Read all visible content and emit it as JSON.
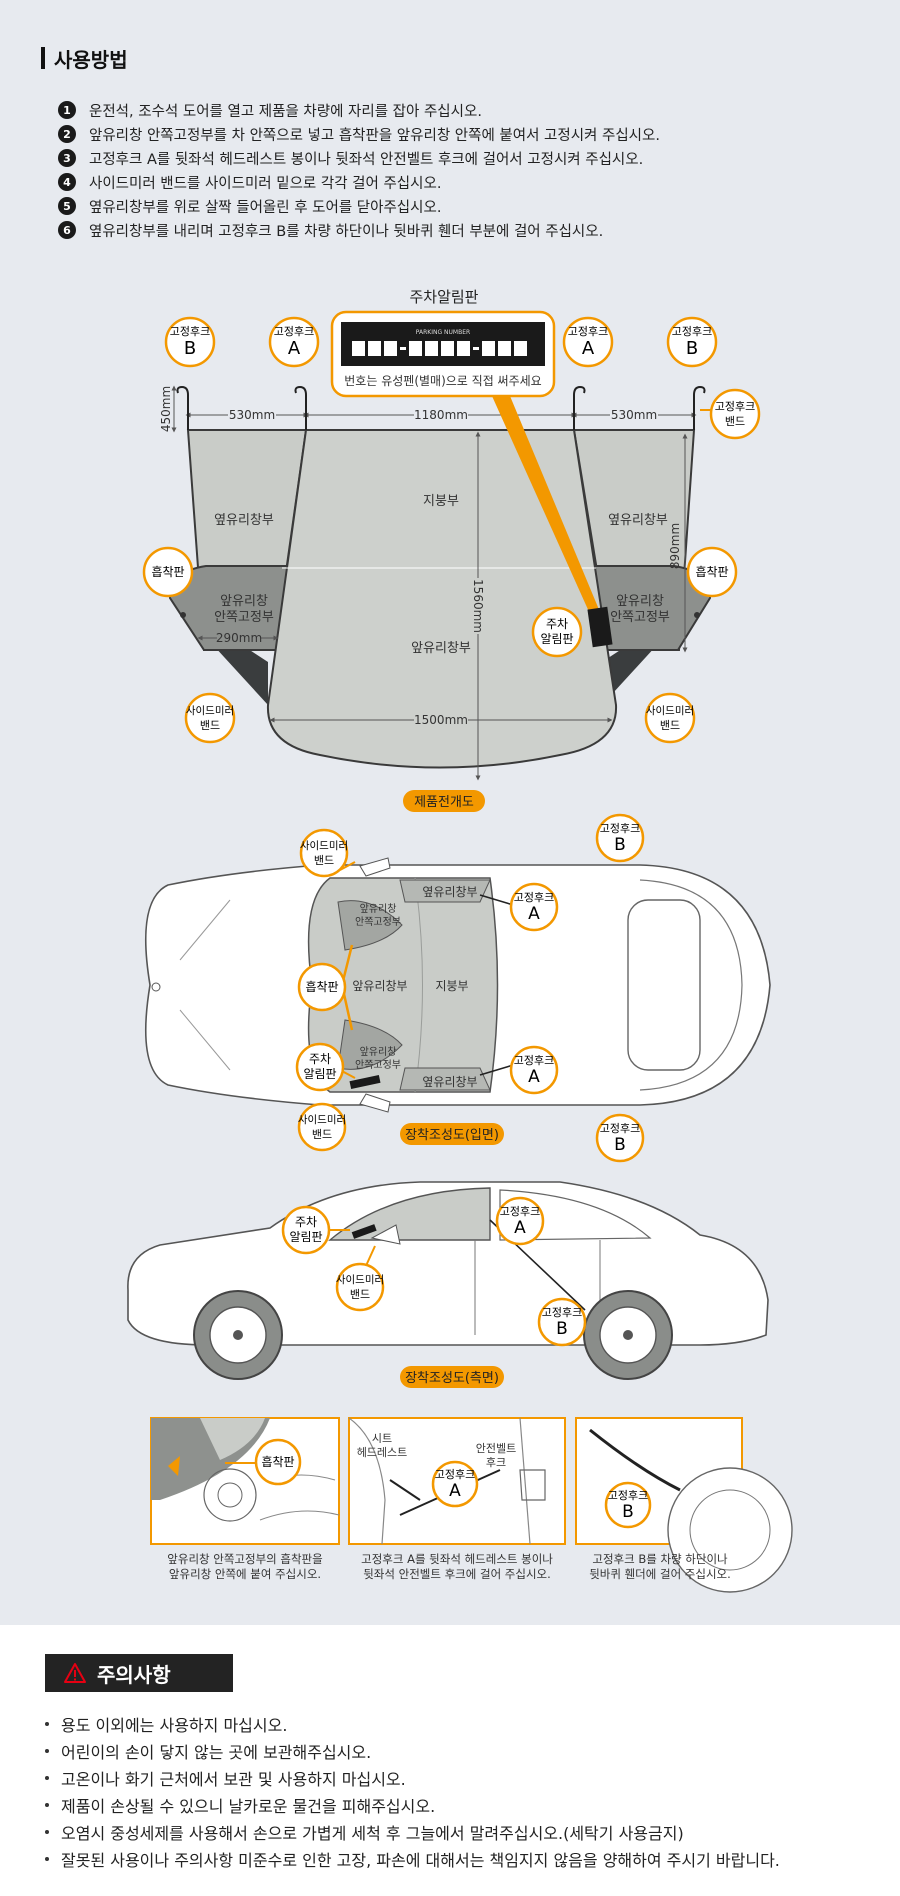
{
  "usage": {
    "title": "사용방법",
    "steps": [
      {
        "n": "1",
        "text": "운전석, 조수석 도어를 열고 제품을 차량에 자리를 잡아 주십시오."
      },
      {
        "n": "2",
        "text": "앞유리창 안쪽고정부를 차 안쪽으로 넣고 흡착판을 앞유리창 안쪽에 붙여서 고정시켜 주십시오."
      },
      {
        "n": "3",
        "text": "고정후크 A를 뒷좌석 헤드레스트 봉이나 뒷좌석 안전벨트 후크에 걸어서 고정시켜 주십시오."
      },
      {
        "n": "4",
        "text": "사이드미러 밴드를 사이드미러 밑으로 각각 걸어 주십시오."
      },
      {
        "n": "5",
        "text": "옆유리창부를 위로 살짝 들어올린 후 도어를 닫아주십시오."
      },
      {
        "n": "6",
        "text": "옆유리창부를 내리며 고정후크 B를 차량 하단이나 뒷바퀴 휀더 부분에 걸어 주십시오."
      }
    ]
  },
  "diagram": {
    "plate_title": "주차알림판",
    "plate_brand": "PARKING NUMBER",
    "plate_note": "번호는 유성펜(별매)으로 직접 써주세요",
    "hook_label": "고정후크",
    "hook_a": "A",
    "hook_b": "B",
    "hook_band": [
      "고정후크",
      "밴드"
    ],
    "dims": {
      "w530": "530mm",
      "w1180": "1180mm",
      "h450": "450mm",
      "h890": "890mm",
      "h1560": "1560mm",
      "w290": "290mm",
      "w1500": "1500mm"
    },
    "side_glass": "옆유리창부",
    "roof": "지붕부",
    "front_inner": [
      "앞유리창",
      "안쪽고정부"
    ],
    "front_glass": "앞유리창부",
    "suction": "흡착판",
    "parking": [
      "주차",
      "알림판"
    ],
    "mirror_band": [
      "사이드미러",
      "밴드"
    ],
    "caption_unfold": "제품전개도",
    "caption_top": "장착조성도(입면)",
    "caption_side": "장착조성도(측면)",
    "detail_seat": [
      "시트",
      "헤드레스트"
    ],
    "detail_belt": [
      "안전벨트",
      "후크"
    ],
    "detail_captions": [
      [
        "앞유리창 안쪽고정부의 흡착판을",
        "앞유리창 안쪽에 붙여 주십시오."
      ],
      [
        "고정후크 A를 뒷좌석 헤드레스트 봉이나",
        "뒷좌석 안전벨트 후크에 걸어 주십시오."
      ],
      [
        "고정후크 B를 차량 하단이나",
        "뒷바퀴 휀더에 걸어 주십시오."
      ]
    ]
  },
  "caution": {
    "title": "주의사항",
    "items": [
      "용도 이외에는 사용하지 마십시오.",
      "어린이의 손이 닿지 않는 곳에 보관해주십시오.",
      "고온이나 화기 근처에서 보관 및 사용하지 마십시오.",
      "제품이 손상될 수 있으니 날카로운 물건을 피해주십시오.",
      "오염시 중성세제를 사용해서 손으로 가볍게 세척 후 그늘에서 말려주십시오.(세탁기 사용금지)",
      "잘못된 사용이나 주의사항 미준수로 인한 고장, 파손에 대해서는 책임지지 않음을 양해하여 주시기 바랍니다."
    ]
  },
  "colors": {
    "accent": "#f39800",
    "fabric": "#c9ccc8",
    "fabric_dark": "#8e918e",
    "bg": "#e7eaef"
  }
}
